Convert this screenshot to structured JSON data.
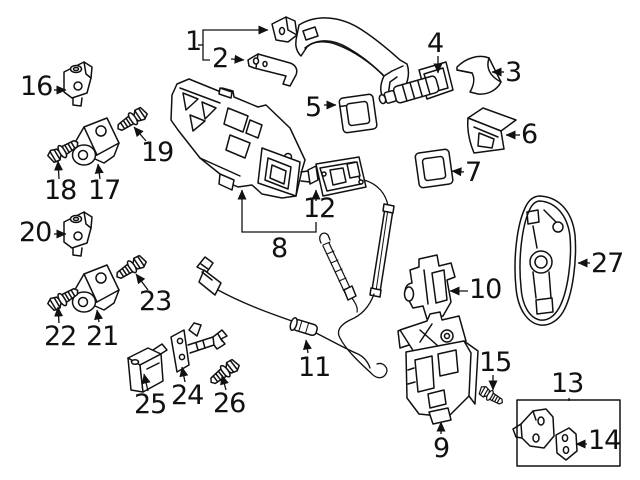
{
  "diagram": {
    "kind": "exploded-parts-diagram",
    "colors": {
      "background": "#ffffff",
      "line": "#111111",
      "text": "#111111"
    }
  },
  "callouts": [
    {
      "num": "1"
    },
    {
      "num": "2"
    },
    {
      "num": "3"
    },
    {
      "num": "4"
    },
    {
      "num": "5"
    },
    {
      "num": "6"
    },
    {
      "num": "7"
    },
    {
      "num": "8"
    },
    {
      "num": "9"
    },
    {
      "num": "10"
    },
    {
      "num": "11"
    },
    {
      "num": "12"
    },
    {
      "num": "13"
    },
    {
      "num": "14"
    },
    {
      "num": "15"
    },
    {
      "num": "16"
    },
    {
      "num": "17"
    },
    {
      "num": "18"
    },
    {
      "num": "19"
    },
    {
      "num": "20"
    },
    {
      "num": "21"
    },
    {
      "num": "22"
    },
    {
      "num": "23"
    },
    {
      "num": "24"
    },
    {
      "num": "25"
    },
    {
      "num": "26"
    },
    {
      "num": "27"
    }
  ]
}
